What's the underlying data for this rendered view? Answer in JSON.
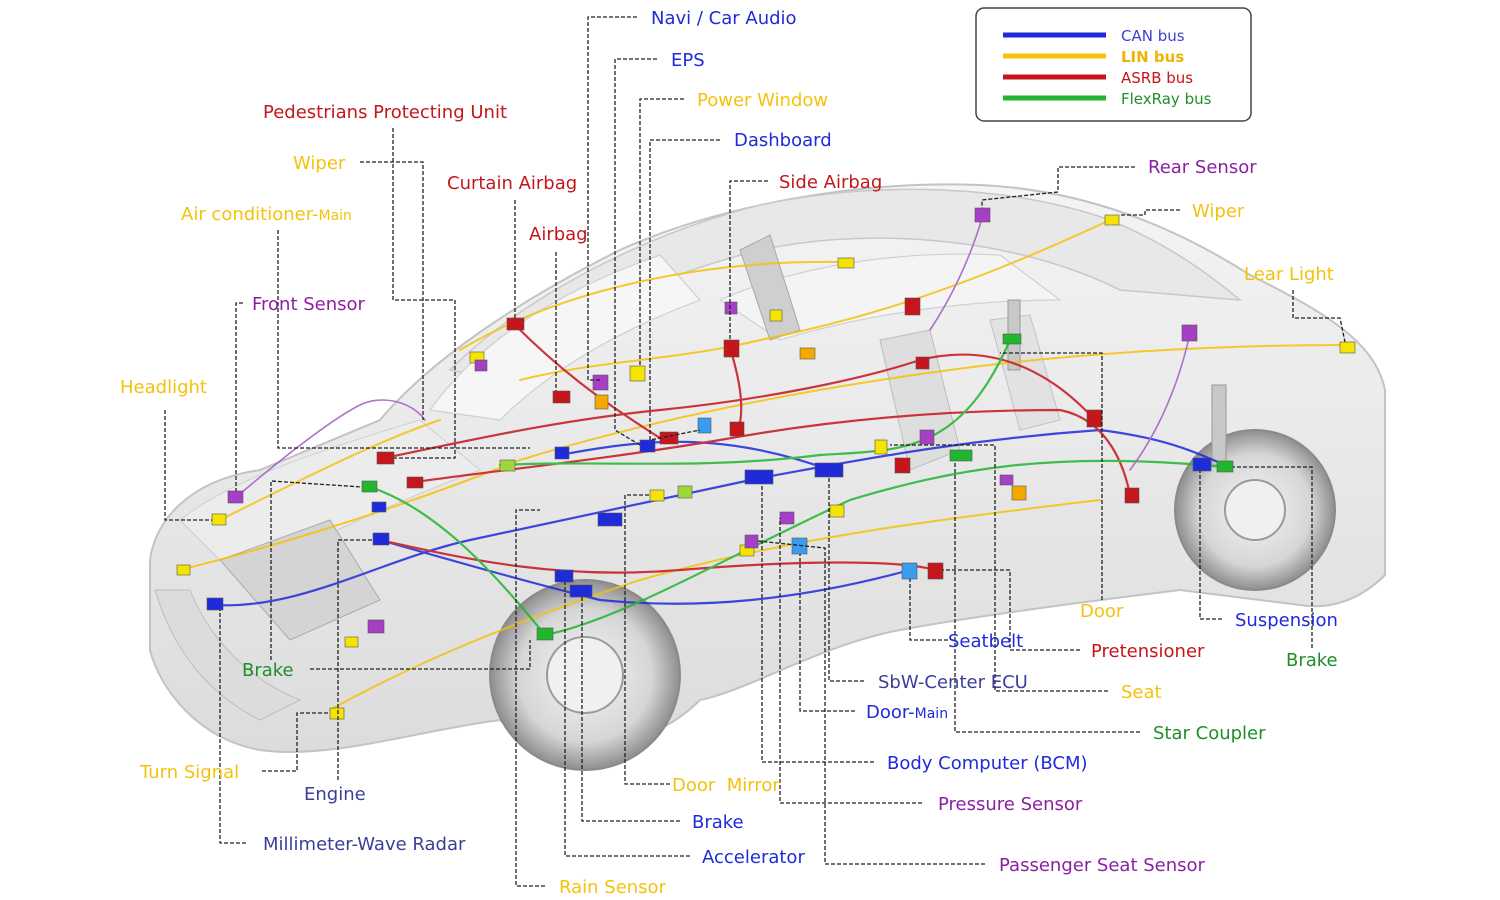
{
  "colors": {
    "can": "#1f2bd9",
    "lin": "#f4c20d",
    "asrb": "#c4161c",
    "flexray": "#22b530",
    "sensor": "#8b1fa3",
    "radar": "#3b3f9a"
  },
  "legend": {
    "items": [
      {
        "label": "CAN bus",
        "color": "#1f2bd9",
        "text_color": "#3b3fd6"
      },
      {
        "label": "LIN bus",
        "color": "#f4c20d",
        "text_color": "#f0b400"
      },
      {
        "label": "ASRB bus",
        "color": "#c4161c",
        "text_color": "#c4161c"
      },
      {
        "label": "FlexRay bus",
        "color": "#22b530",
        "text_color": "#1f8f2a"
      }
    ]
  },
  "labels": {
    "navi": {
      "text": "Navi / Car Audio",
      "color": "#1f2bd9"
    },
    "eps": {
      "text": "EPS",
      "color": "#1f2bd9"
    },
    "power_window": {
      "text": "Power Window",
      "color": "#f4c20d"
    },
    "dashboard": {
      "text": "Dashboard",
      "color": "#1f2bd9"
    },
    "pedestrians": {
      "text": "Pedestrians Protecting Unit",
      "color": "#c4161c"
    },
    "wiper_front": {
      "text": "Wiper",
      "color": "#f4c20d"
    },
    "curtain_airbag": {
      "text": "Curtain Airbag",
      "color": "#c4161c"
    },
    "side_airbag": {
      "text": "Side Airbag",
      "color": "#c4161c"
    },
    "air_conditioner": {
      "text": "Air conditioner-",
      "suffix": "Main",
      "color": "#f4c20d"
    },
    "airbag": {
      "text": "Airbag",
      "color": "#c4161c"
    },
    "front_sensor": {
      "text": "Front Sensor",
      "color": "#8b1fa3"
    },
    "headlight": {
      "text": "Headlight",
      "color": "#f4c20d"
    },
    "rear_sensor": {
      "text": "Rear Sensor",
      "color": "#8b1fa3"
    },
    "wiper_rear": {
      "text": "Wiper",
      "color": "#f4c20d"
    },
    "lear_light": {
      "text": "Lear Light",
      "color": "#f4c20d"
    },
    "door": {
      "text": "Door",
      "color": "#f4c20d"
    },
    "suspension": {
      "text": "Suspension",
      "color": "#1f2bd9"
    },
    "seatbelt": {
      "text": "Seatbelt",
      "color": "#1f2bd9"
    },
    "pretensioner": {
      "text": "Pretensioner",
      "color": "#c4161c"
    },
    "brake_rear": {
      "text": "Brake",
      "color": "#1f8f2a"
    },
    "sbw_center": {
      "text": "SbW-Center ECU",
      "color": "#3b3f9a"
    },
    "seat": {
      "text": "Seat",
      "color": "#f4c20d"
    },
    "door_main": {
      "text": "Door-",
      "suffix": "Main",
      "color": "#1f2bd9"
    },
    "star_coupler": {
      "text": "Star Coupler",
      "color": "#1f8f2a"
    },
    "bcm": {
      "text": "Body Computer (BCM)",
      "color": "#1f2bd9"
    },
    "brake_front": {
      "text": "Brake",
      "color": "#1f8f2a"
    },
    "turn_signal": {
      "text": "Turn Signal",
      "color": "#f4c20d"
    },
    "engine": {
      "text": "Engine",
      "color": "#3b3f9a"
    },
    "door_mirror": {
      "text": "Door  Mirror",
      "color": "#f4c20d"
    },
    "pressure_sensor": {
      "text": "Pressure Sensor",
      "color": "#8b1fa3"
    },
    "brake_bottom": {
      "text": "Brake",
      "color": "#1f2bd9"
    },
    "radar": {
      "text": "Millimeter-Wave Radar",
      "color": "#3b3f9a"
    },
    "accelerator": {
      "text": "Accelerator",
      "color": "#1f2bd9"
    },
    "passenger_seat": {
      "text": "Passenger Seat Sensor",
      "color": "#8b1fa3"
    },
    "rain_sensor": {
      "text": "Rain Sensor",
      "color": "#f4c20d"
    }
  }
}
